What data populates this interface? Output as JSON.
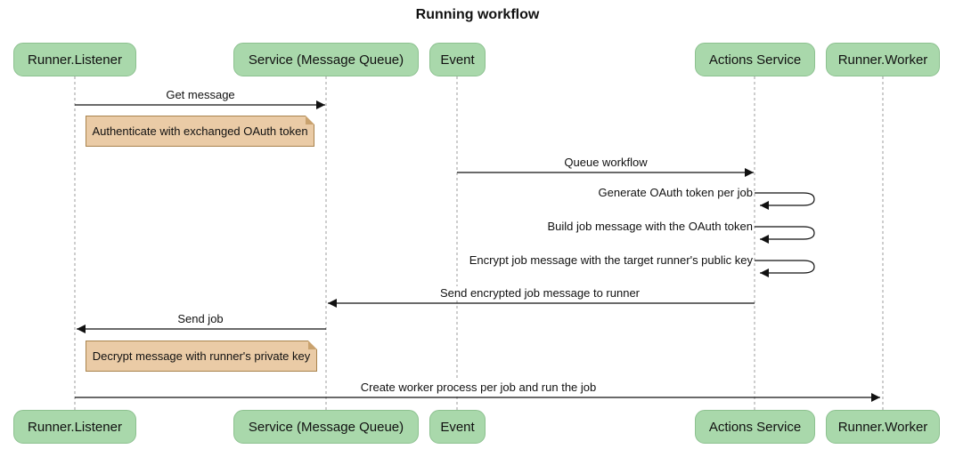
{
  "title": "Running workflow",
  "participants": [
    {
      "id": "runner-listener",
      "label": "Runner.Listener"
    },
    {
      "id": "service-message-queue",
      "label": "Service (Message Queue)"
    },
    {
      "id": "event",
      "label": "Event"
    },
    {
      "id": "actions-service",
      "label": "Actions Service"
    },
    {
      "id": "runner-worker",
      "label": "Runner.Worker"
    }
  ],
  "messages": [
    {
      "label": "Get message",
      "from": "Runner.Listener",
      "to": "Service (Message Queue)",
      "type": "arrow"
    },
    {
      "label": "Queue workflow",
      "from": "Event",
      "to": "Actions Service",
      "type": "arrow"
    },
    {
      "label": "Generate OAuth token per job",
      "from": "Actions Service",
      "to": "Actions Service",
      "type": "self"
    },
    {
      "label": "Build job message with the OAuth token",
      "from": "Actions Service",
      "to": "Actions Service",
      "type": "self"
    },
    {
      "label": "Encrypt job message with the target runner's public key",
      "from": "Actions Service",
      "to": "Actions Service",
      "type": "self"
    },
    {
      "label": "Send encrypted job message to runner",
      "from": "Actions Service",
      "to": "Service (Message Queue)",
      "type": "arrow"
    },
    {
      "label": "Send job",
      "from": "Service (Message Queue)",
      "to": "Runner.Listener",
      "type": "arrow"
    },
    {
      "label": "Create worker process per job and run the job",
      "from": "Runner.Listener",
      "to": "Runner.Worker",
      "type": "arrow"
    }
  ],
  "notes": [
    {
      "text": "Authenticate with exchanged OAuth token",
      "over": "Runner.Listener"
    },
    {
      "text": "Decrypt message with runner's private key",
      "over": "Runner.Listener"
    }
  ],
  "colors": {
    "actor-fill": "#a9d8ab",
    "actor-border": "#8cc18f",
    "note-fill": "#eacba6",
    "note-border": "#a9834d",
    "note-fold": "#c9a26e",
    "line": "#111111",
    "lifeline": "#9e9e9e",
    "text": "#111111",
    "bg": "#ffffff"
  }
}
